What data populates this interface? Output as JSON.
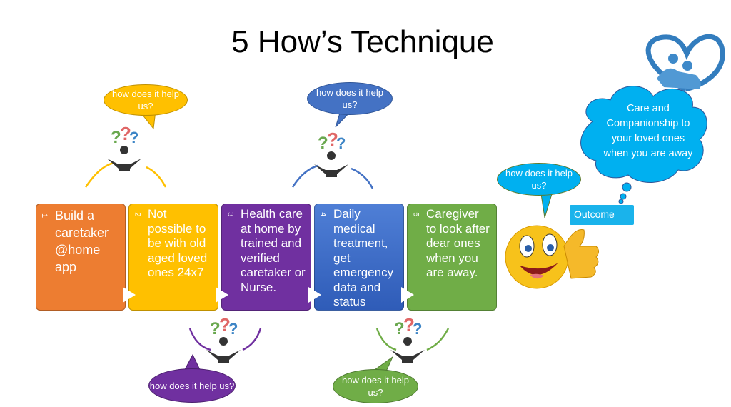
{
  "title": "5 How’s Technique",
  "steps": [
    {
      "num": "1",
      "text": "Build a caretaker @home app",
      "color": "#ED7D31"
    },
    {
      "num": "2",
      "text": "Not possible to be with old aged loved ones 24x7",
      "color": "#FFC000"
    },
    {
      "num": "3",
      "text": "Health care at home by trained and verified caretaker or Nurse.",
      "color": "#7030A0"
    },
    {
      "num": "4",
      "text": "Daily medical treatment, get emergency data and status",
      "color": "#3F6CC4"
    },
    {
      "num": "5",
      "text": "Caregiver to look after dear ones when you are away.",
      "color": "#70AD47"
    }
  ],
  "question": "how does it help us?",
  "outcome_label": "Outcome",
  "outcome_text": "Care and Companionship to your loved ones when you are away"
}
